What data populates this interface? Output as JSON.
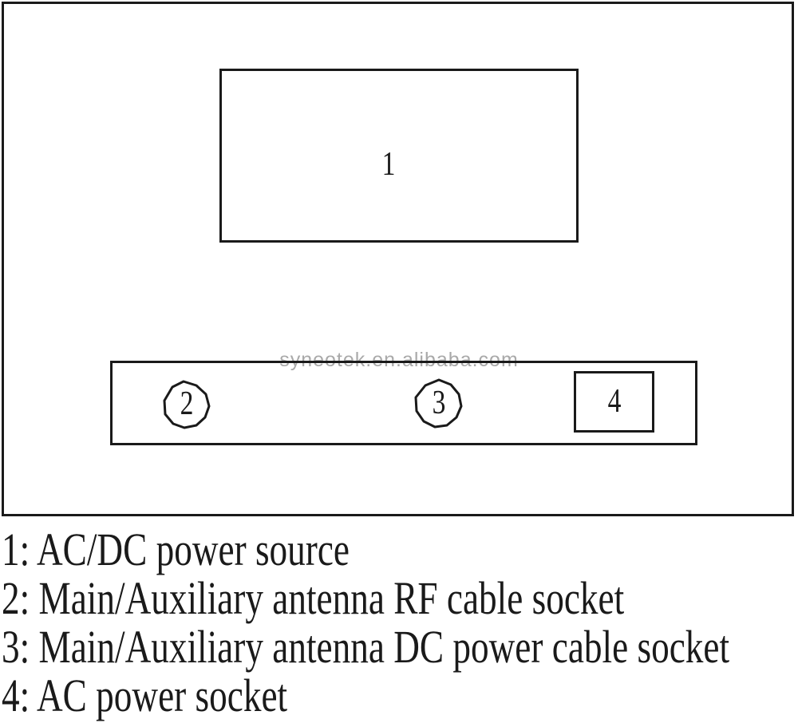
{
  "diagram": {
    "watermark": "syneotek.en.alibaba.com",
    "parts": {
      "part1_label": "1",
      "part2_label": "2",
      "part3_label": "3",
      "part4_label": "4"
    },
    "legend": [
      "1: AC/DC power source",
      "2: Main/Auxiliary antenna RF cable socket",
      "3: Main/Auxiliary antenna DC power cable socket",
      "4: AC power socket"
    ],
    "colors": {
      "line": "#1a1a1a",
      "watermark": "#a9a9a9",
      "background": "#ffffff"
    }
  }
}
